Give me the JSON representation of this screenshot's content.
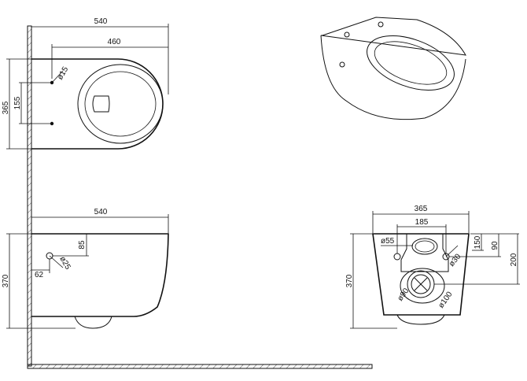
{
  "top_view": {
    "width_total": "540",
    "depth_to_holes": "460",
    "hole_dia": "ø15",
    "height_total": "365",
    "hole_spacing": "155"
  },
  "side_view": {
    "width_total": "540",
    "hole_height": "85",
    "hole_offset": "62",
    "hole_dia": "ø25",
    "height_total": "370"
  },
  "rear_view": {
    "width_total": "365",
    "hole_spacing": "185",
    "left_hole_dia": "ø55",
    "right_hole_dia": "ø30",
    "dim_150": "150",
    "dim_90": "90",
    "dim_200": "200",
    "height_total": "370",
    "outlet_inner_dia": "ø90",
    "outlet_outer_dia": "ø100"
  }
}
